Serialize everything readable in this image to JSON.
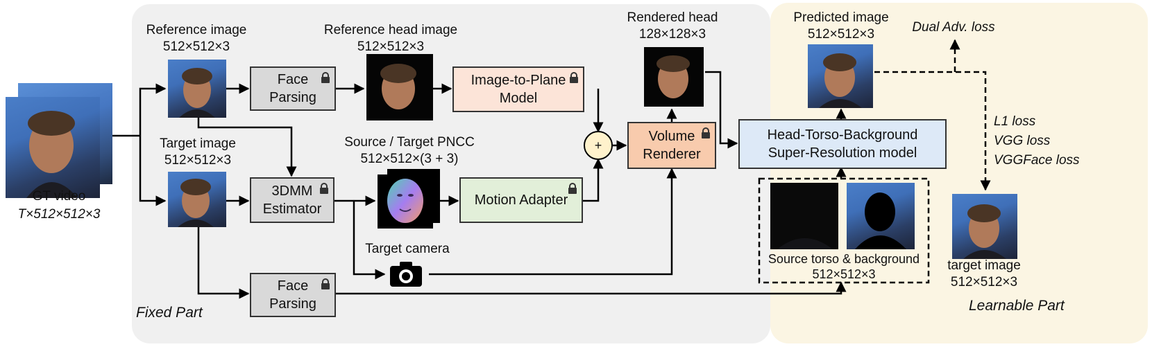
{
  "labels": {
    "gt_video": "GT video",
    "gt_video_dims": "T×512×512×3",
    "reference_image": "Reference image",
    "reference_image_dims": "512×512×3",
    "target_image": "Target image",
    "target_image_dims": "512×512×3",
    "reference_head_image": "Reference head image",
    "reference_head_image_dims": "512×512×3",
    "source_target_pncc": "Source / Target PNCC",
    "source_target_pncc_dims": "512×512×(3 + 3)",
    "rendered_head": "Rendered head",
    "rendered_head_dims": "128×128×3",
    "predicted_image": "Predicted image",
    "predicted_image_dims": "512×512×3",
    "target_camera": "Target camera",
    "source_torso_bg": "Source torso & background",
    "source_torso_bg_dims": "512×512×3",
    "target_image_right": "target image",
    "target_image_right_dims": "512×512×3",
    "fixed_part": "Fixed Part",
    "learnable_part": "Learnable Part",
    "dual_adv_loss": "Dual Adv. loss",
    "l1_loss": "L1 loss",
    "vgg_loss": "VGG loss",
    "vggface_loss": "VGGFace loss",
    "plus": "+"
  },
  "boxes": {
    "face_parsing_1": [
      "Face",
      "Parsing"
    ],
    "image_to_plane": [
      "Image-to-Plane",
      "Model"
    ],
    "estimator_3dmm": [
      "3DMM",
      "Estimator"
    ],
    "motion_adapter": [
      "Motion Adapter"
    ],
    "volume_renderer": [
      "Volume",
      "Renderer"
    ],
    "face_parsing_2": [
      "Face",
      "Parsing"
    ],
    "super_resolution": [
      "Head-Torso-Background",
      "Super-Resolution model"
    ]
  },
  "icons": {
    "lock": "lock-icon",
    "camera": "camera-icon"
  }
}
